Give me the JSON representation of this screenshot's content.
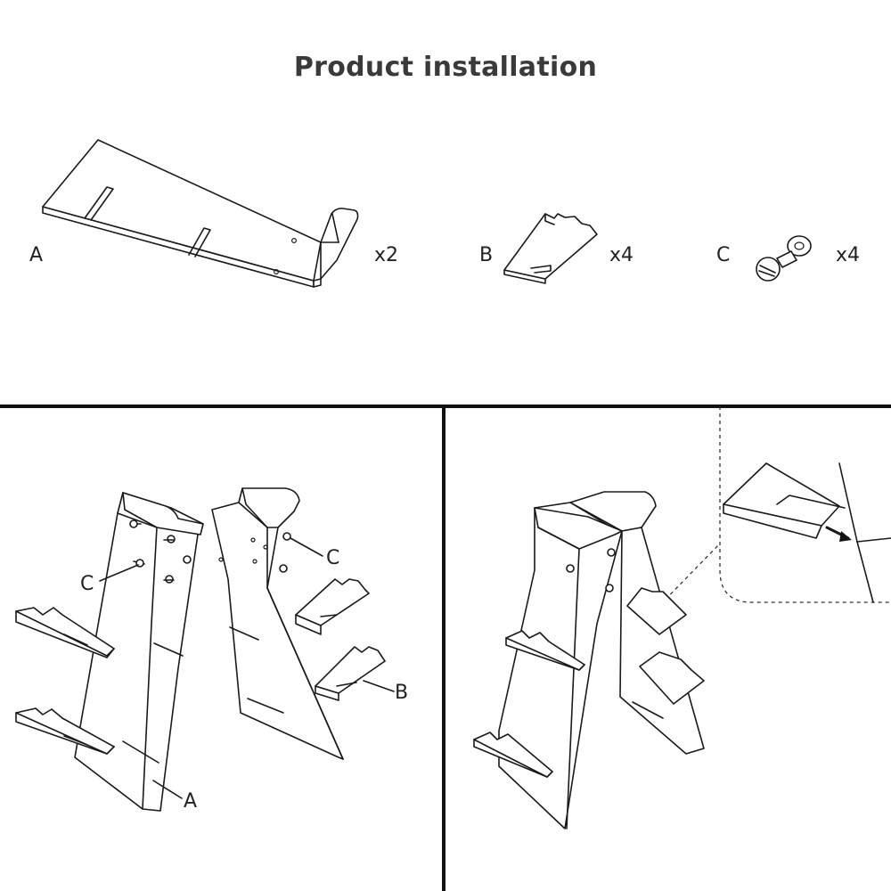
{
  "title": "Product installation",
  "parts": [
    {
      "letter": "A",
      "quantity": "x2"
    },
    {
      "letter": "B",
      "quantity": "x4"
    },
    {
      "letter": "C",
      "quantity": "x4"
    }
  ],
  "step1_callouts": {
    "screw": "C",
    "slot_piece": "B",
    "base_panel": "A"
  }
}
